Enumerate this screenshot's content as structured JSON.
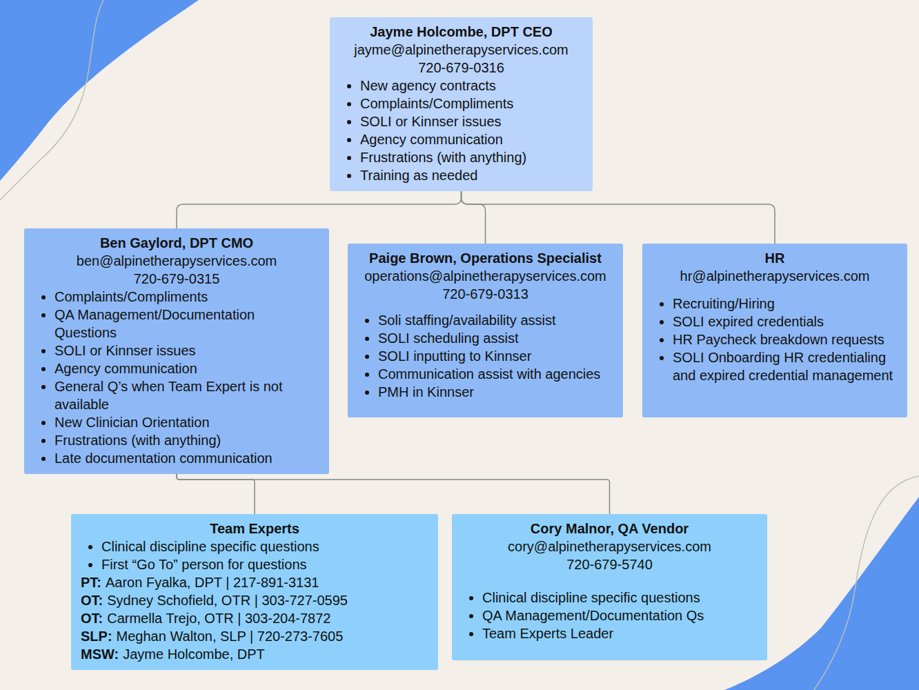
{
  "diagram": {
    "nodes": [
      {
        "text": [
          "Jayme Holcombe, DPT CEO",
          "jayme@alpinetherapyservices.com",
          "720-679-0316",
          "New agency contracts",
          "Complaints/Compliments",
          "SOLI or Kinnser issues",
          "Agency communication",
          "Frustrations (with anything)",
          "Training as needed"
        ]
      },
      {
        "text": [
          "Ben Gaylord, DPT CMO",
          "ben@alpinetherapyservices.com",
          "720-679-0315",
          "Complaints/Compliments",
          "QA Management/Documentation Questions",
          "SOLI or Kinnser issues",
          "Agency communication",
          "General Q’s when Team Expert is not available",
          "New Clinician Orientation",
          "Frustrations (with anything)",
          "Late documentation communication"
        ]
      },
      {
        "text": [
          "Paige Brown, Operations Specialist",
          "operations@alpinetherapyservices.com",
          "720-679-0313",
          "Soli staffing/availability assist",
          "SOLI scheduling assist",
          "SOLI inputting to Kinnser",
          "Communication assist with agencies",
          "PMH in Kinnser"
        ]
      },
      {
        "text": [
          "HR",
          "hr@alpinetherapyservices.com",
          "Recruiting/Hiring",
          "SOLI expired credentials",
          "HR Paycheck breakdown requests",
          "SOLI Onboarding HR credentialing and expired credential management"
        ]
      },
      {
        "text": [
          "Team Experts",
          "Clinical discipline specific questions",
          "First “Go To” person for questions",
          "PT:",
          "Aaron Fyalka, DPT | 217-891-3131",
          "OT:",
          "Sydney Schofield, OTR | 303-727-0595",
          "OT:",
          "Carmella Trejo, OTR | 303-204-7872",
          "SLP:",
          "Meghan Walton, SLP | 720-273-7605",
          "MSW:",
          "Jayme Holcombe, DPT"
        ]
      },
      {
        "text": [
          "Cory Malnor, QA Vendor",
          "cory@alpinetherapyservices.com",
          "720-679-5740",
          "Clinical discipline specific questions",
          "QA Management/Documentation Qs",
          "Team Experts Leader"
        ]
      }
    ],
    "edges": [
      {
        "from": 0,
        "to": 1,
        "arrow": "none"
      },
      {
        "from": 0,
        "to": 2,
        "arrow": "none"
      },
      {
        "from": 0,
        "to": 3,
        "arrow": "none"
      },
      {
        "from": 1,
        "to": 4,
        "arrow": "none"
      },
      {
        "from": 1,
        "to": 5,
        "arrow": "none"
      }
    ]
  }
}
